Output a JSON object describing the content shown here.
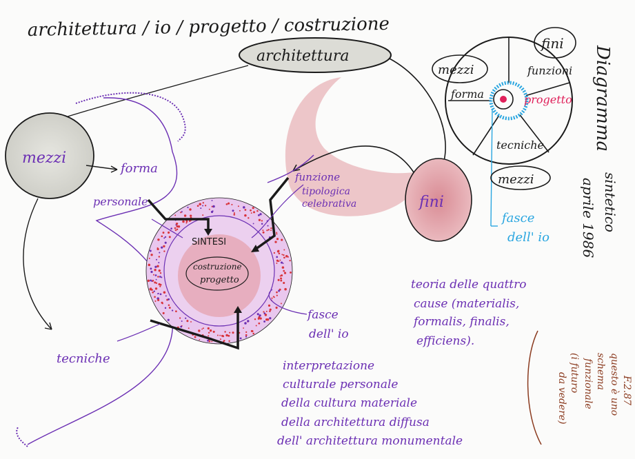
{
  "colors": {
    "ink_black": "#1a1a1a",
    "ink_purple": "#6b2fb3",
    "ink_pink": "#e0205a",
    "ink_blue": "#2aa6e0",
    "ink_brown": "#8a3a1e",
    "fill_pink": "#e8b9bd",
    "fill_grey": "#dcdcd6",
    "fill_violet": "#e9c7ee",
    "dots_red": "#d8343c"
  },
  "title": "architettura / io / progetto / costruzione",
  "nodes": {
    "architettura": "architettura",
    "mezzi": "mezzi",
    "fini": "fini",
    "sintesi": "SINTESI",
    "costruzione_progetto_1": "costruzione",
    "costruzione_progetto_2": "progetto"
  },
  "labels": {
    "forma_1": "forma",
    "forma_2": "personale",
    "funzione_1": "funzione",
    "funzione_2": "tipologica",
    "funzione_3": "celebrativa",
    "tecniche": "tecniche",
    "fasce_1": "fasce",
    "fasce_2": "dell' io"
  },
  "notes": {
    "teoria": [
      "teoria delle quattro",
      "cause (materialis,",
      "formalis, finalis,",
      "efficiens)."
    ],
    "interpretazione": [
      "interpretazione",
      "culturale personale",
      "della cultura materiale",
      "della architettura diffusa",
      "dell' architettura monumentale"
    ]
  },
  "wheel": {
    "fini": "fini",
    "mezzi_top": "mezzi",
    "funzioni": "funzioni",
    "forma": "forma",
    "progetto": "progetto",
    "tecniche": "tecniche",
    "mezzi_bottom": "mezzi",
    "fasce_1": "fasce",
    "fasce_2": "dell' io"
  },
  "side_title": [
    "Diagramma",
    "sintetico",
    "aprile 1986"
  ],
  "brown_note": [
    "F.2.87",
    "questo è uno",
    "schema",
    "funzionale",
    "(i futuro",
    "da vedere)"
  ]
}
